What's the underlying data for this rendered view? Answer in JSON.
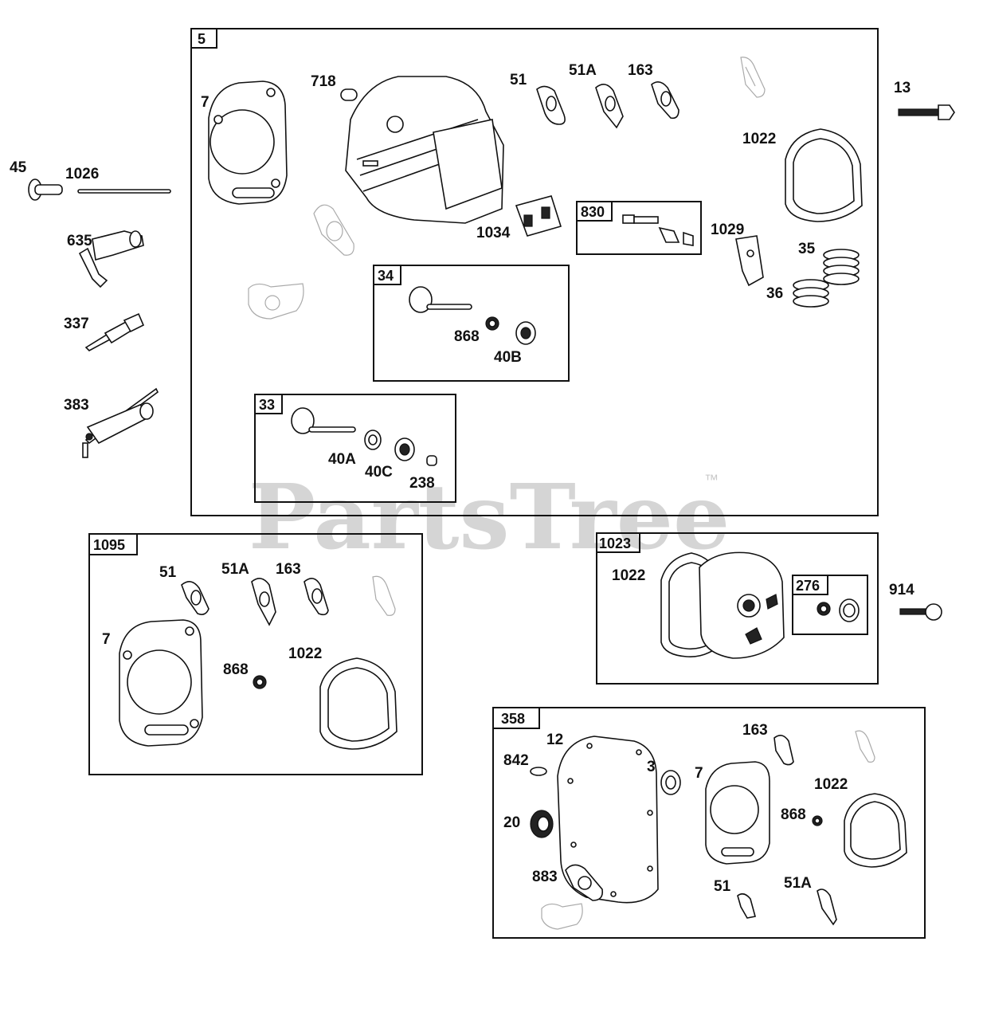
{
  "watermark": {
    "text": "PartsTree",
    "tm": "™"
  },
  "frames": {
    "f5": "5",
    "f830": "830",
    "f34": "34",
    "f33": "33",
    "f1095": "1095",
    "f1023": "1023",
    "f276": "276",
    "f358": "358"
  },
  "labels": {
    "l45": "45",
    "l1026": "1026",
    "l635": "635",
    "l337": "337",
    "l383": "383",
    "l13": "13",
    "a7": "7",
    "a718": "718",
    "a51": "51",
    "a51A": "51A",
    "a163": "163",
    "a1022": "1022",
    "a1034": "1034",
    "a1029": "1029",
    "a35": "35",
    "a36": "36",
    "b868": "868",
    "b40B": "40B",
    "c40A": "40A",
    "c40C": "40C",
    "c238": "238",
    "d51": "51",
    "d51A": "51A",
    "d163": "163",
    "d7": "7",
    "d868": "868",
    "d1022": "1022",
    "e1022": "1022",
    "e914": "914",
    "g12": "12",
    "g842": "842",
    "g3": "3",
    "g7": "7",
    "g163": "163",
    "g1022": "1022",
    "g20": "20",
    "g868": "868",
    "g883": "883",
    "g51": "51",
    "g51A": "51A"
  }
}
